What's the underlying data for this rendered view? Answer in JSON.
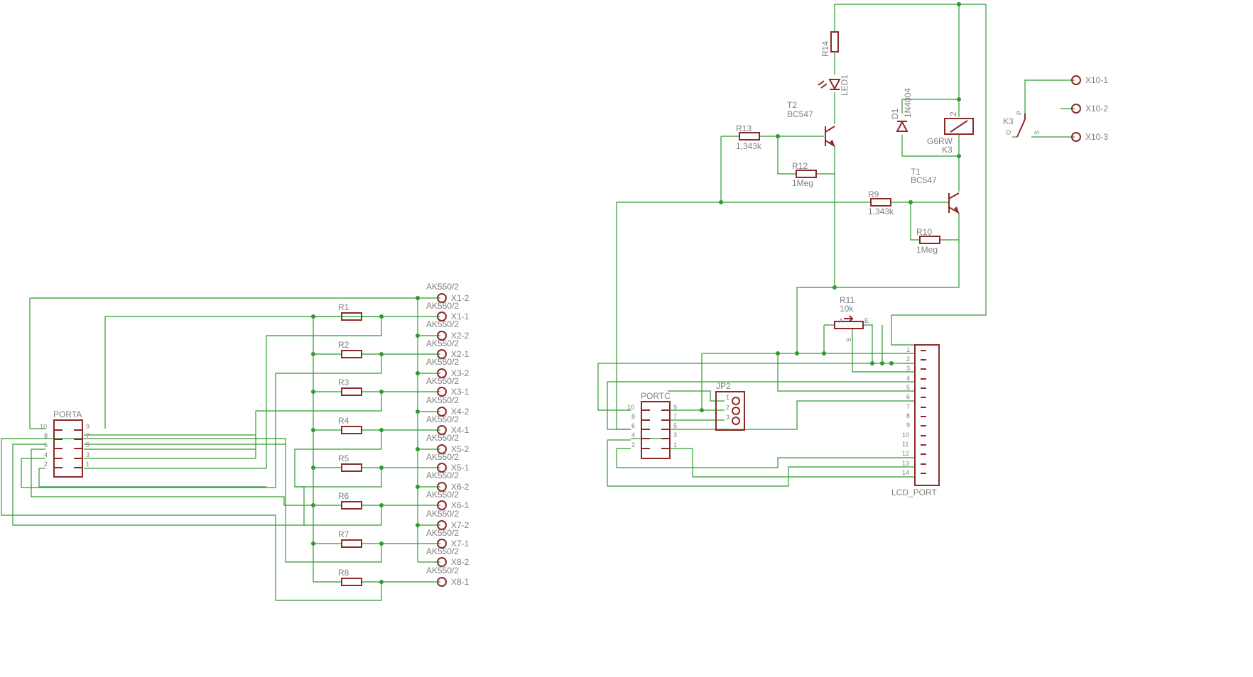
{
  "labels": {
    "porta": "PORTA",
    "portc": "PORTC",
    "jp2": "JP2",
    "lcd_port": "LCD_PORT",
    "r14": "R14",
    "led1": "LED1",
    "t2": "T2",
    "t2_type": "BC547",
    "r13": "R13",
    "r13_val": "1,343k",
    "r12": "R12",
    "r12_val": "1Meg",
    "d1": "D1",
    "d1_type": "1N4004",
    "relay_pin2": "2",
    "relay_type": "G6RW",
    "relay_name": "K3",
    "t1": "T1",
    "t1_type": "BC547",
    "r9": "R9",
    "r9_val": "1,343k",
    "r10": "R10",
    "r10_val": "1Meg",
    "r11": "R11",
    "r11_val": "10k",
    "pot_a": "A",
    "pot_e": "E",
    "pot_s": "S",
    "k3": "K3",
    "k3_p": "P",
    "k3_o": "O",
    "k3_s": "S",
    "x10_1": "X10-1",
    "x10_2": "X10-2",
    "x10_3": "X10-3"
  },
  "resistors_left": [
    "R1",
    "R2",
    "R3",
    "R4",
    "R5",
    "R6",
    "R7",
    "R8"
  ],
  "terminals_left": [
    {
      "type": "AK550/2",
      "name": "X1-2"
    },
    {
      "type": "AK550/2",
      "name": "X1-1"
    },
    {
      "type": "AK550/2",
      "name": "X2-2"
    },
    {
      "type": "AK550/2",
      "name": "X2-1"
    },
    {
      "type": "AK550/2",
      "name": "X3-2"
    },
    {
      "type": "AK550/2",
      "name": "X3-1"
    },
    {
      "type": "AK550/2",
      "name": "X4-2"
    },
    {
      "type": "AK550/2",
      "name": "X4-1"
    },
    {
      "type": "AK550/2",
      "name": "X5-2"
    },
    {
      "type": "AK550/2",
      "name": "X5-1"
    },
    {
      "type": "AK550/2",
      "name": "X6-2"
    },
    {
      "type": "AK550/2",
      "name": "X6-1"
    },
    {
      "type": "AK550/2",
      "name": "X7-2"
    },
    {
      "type": "AK550/2",
      "name": "X7-1"
    },
    {
      "type": "AK550/2",
      "name": "X8-2"
    },
    {
      "type": "AK550/2",
      "name": "X8-1"
    }
  ],
  "porta_pins_left": [
    "10",
    "8",
    "6",
    "4",
    "2"
  ],
  "porta_pins_right": [
    "9",
    "7",
    "5",
    "3",
    "1"
  ],
  "portc_pins_left": [
    "10",
    "8",
    "6",
    "4",
    "2"
  ],
  "portc_pins_right": [
    "9",
    "7",
    "5",
    "3",
    "1"
  ],
  "jp2_pins": [
    "1",
    "2",
    "3"
  ],
  "lcd_pins": [
    "1",
    "2",
    "3",
    "4",
    "5",
    "6",
    "7",
    "8",
    "9",
    "10",
    "11",
    "12",
    "13",
    "14"
  ]
}
